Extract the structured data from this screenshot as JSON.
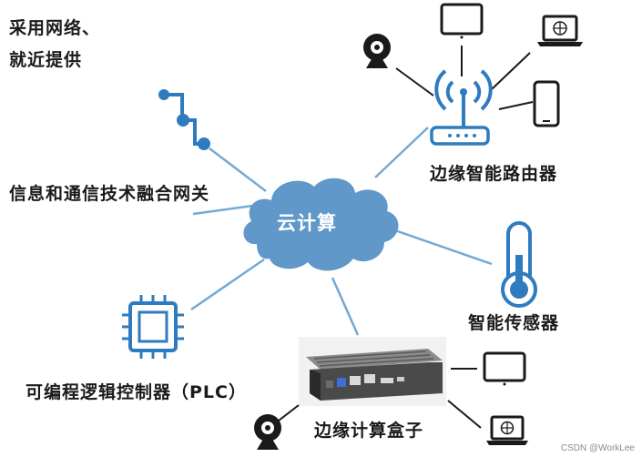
{
  "center": {
    "label": "云计算"
  },
  "nodes": {
    "network": {
      "label_line1": "采用网络、",
      "label_line2": "就近提供"
    },
    "gateway": {
      "label": "信息和通信技术融合网关"
    },
    "router": {
      "label": "边缘智能路由器"
    },
    "sensor": {
      "label": "智能传感器"
    },
    "plc": {
      "label": "可编程逻辑控制器（PLC）"
    },
    "edge_box": {
      "label": "边缘计算盒子"
    }
  },
  "colors": {
    "line": "#74a9d4",
    "cloud": "#5f98c9",
    "icon": "#2f7bbf",
    "device": "#1a1a1a"
  },
  "watermark": "CSDN @WorkLee"
}
